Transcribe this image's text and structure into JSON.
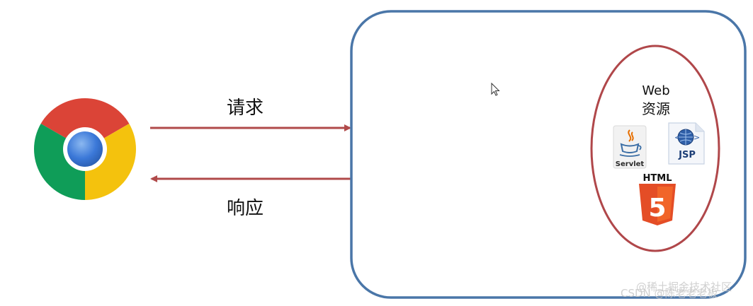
{
  "arrows": {
    "request_label": "请求",
    "response_label": "响应",
    "color": "#b04a4a"
  },
  "server": {
    "border_color": "#4a76a8",
    "web_resources": {
      "title_line1": "Web",
      "title_line2": "资源",
      "ellipse_color": "#b0474a",
      "items": {
        "servlet_label": "Servlet",
        "jsp_label": "JSP",
        "html_label": "HTML",
        "html_number": "5"
      }
    }
  },
  "colors": {
    "chrome_red": "#db4437",
    "chrome_green": "#0f9d58",
    "chrome_yellow": "#f4c20d",
    "chrome_blue": "#4285f4",
    "html5_orange": "#e44d26"
  },
  "watermark": {
    "text_back": "@稀土掘金技术社区",
    "text_front": "CSDN @陈老老老板"
  }
}
